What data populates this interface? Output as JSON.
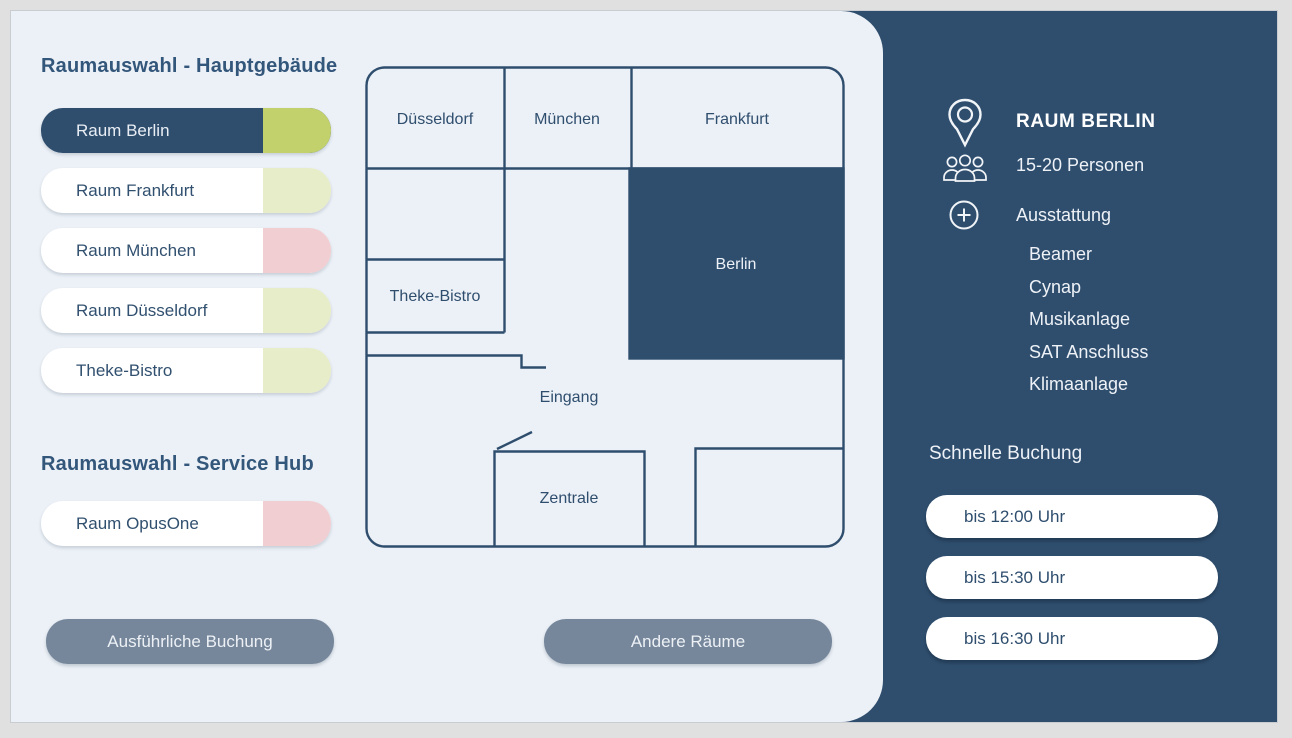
{
  "left": {
    "heading_main": "Raumauswahl - Hauptgebäude",
    "heading_service": "Raumauswahl - Service Hub",
    "rooms_main": [
      {
        "label": "Raum Berlin",
        "status_color": "#c3d16d",
        "selected": true
      },
      {
        "label": "Raum Frankfurt",
        "status_color": "#e7ecc9",
        "selected": false
      },
      {
        "label": "Raum München",
        "status_color": "#f0ced2",
        "selected": false
      },
      {
        "label": "Raum Düsseldorf",
        "status_color": "#e7ecc9",
        "selected": false
      },
      {
        "label": "Theke-Bistro",
        "status_color": "#e7ecc9",
        "selected": false
      }
    ],
    "rooms_service": [
      {
        "label": "Raum OpusOne",
        "status_color": "#f0ced2",
        "selected": false
      }
    ],
    "detailed_booking_label": "Ausführliche Buchung"
  },
  "floorplan": {
    "labels": {
      "duesseldorf": "Düsseldorf",
      "muenchen": "München",
      "frankfurt": "Frankfurt",
      "berlin": "Berlin",
      "theke": "Theke-Bistro",
      "eingang": "Eingang",
      "zentrale": "Zentrale"
    },
    "other_rooms_label": "Andere Räume"
  },
  "right": {
    "room_title": "RAUM BERLIN",
    "capacity": "15-20 Personen",
    "equipment_heading": "Ausstattung",
    "equipment": [
      "Beamer",
      "Cynap",
      "Musikanlage",
      "SAT Anschluss",
      "Klimaanlage"
    ],
    "quick_heading": "Schnelle Buchung",
    "quick_options": [
      "bis 12:00 Uhr",
      "bis 15:30 Uhr",
      "bis 16:30 Uhr"
    ],
    "icons": {
      "location": "location-pin-icon",
      "people": "people-group-icon",
      "plus": "plus-circle-icon"
    }
  },
  "colors": {
    "navy": "#2f4e6e",
    "panel_light": "#ecf1f7",
    "outer_bg": "#e0e0e0",
    "accent_green": "#c3d16d",
    "pale_green": "#e7ecc9",
    "pale_red": "#f0ced2",
    "action_gray": "#76879b"
  }
}
